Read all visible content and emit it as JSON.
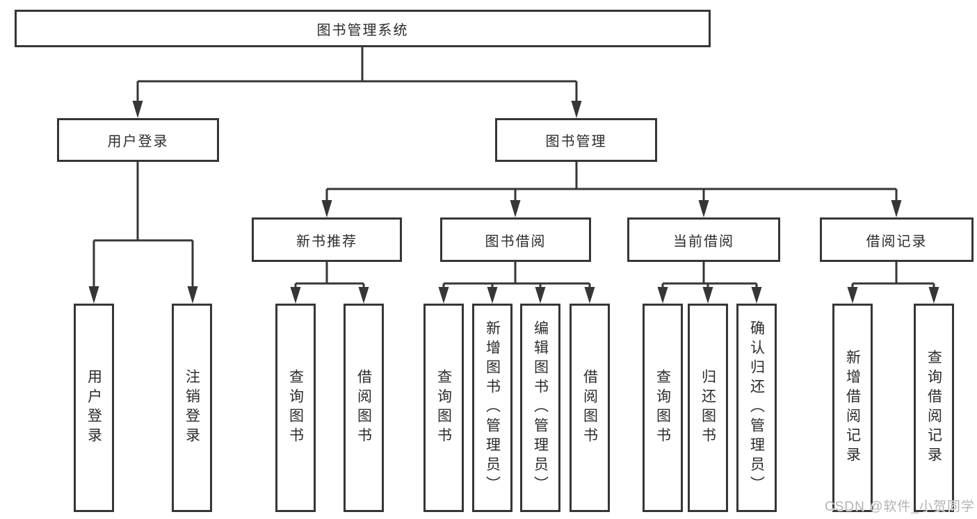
{
  "diagram": {
    "root": {
      "label": "图书管理系统"
    },
    "level2": [
      {
        "label": "用户登录"
      },
      {
        "label": "图书管理"
      }
    ],
    "level3": [
      {
        "label": "新书推荐",
        "parent": "图书管理"
      },
      {
        "label": "图书借阅",
        "parent": "图书管理"
      },
      {
        "label": "当前借阅",
        "parent": "图书管理"
      },
      {
        "label": "借阅记录",
        "parent": "图书管理"
      }
    ],
    "leaves": [
      {
        "label": "用户登录",
        "parent": "用户登录"
      },
      {
        "label": "注销登录",
        "parent": "用户登录"
      },
      {
        "label": "查询图书",
        "parent": "新书推荐"
      },
      {
        "label": "借阅图书",
        "parent": "新书推荐"
      },
      {
        "label": "查询图书",
        "parent": "图书借阅"
      },
      {
        "label": "新增图书（管理员）",
        "parent": "图书借阅"
      },
      {
        "label": "编辑图书（管理员）",
        "parent": "图书借阅"
      },
      {
        "label": "借阅图书",
        "parent": "图书借阅"
      },
      {
        "label": "查询图书",
        "parent": "当前借阅"
      },
      {
        "label": "归还图书",
        "parent": "当前借阅"
      },
      {
        "label": "确认归还（管理员）",
        "parent": "当前借阅"
      },
      {
        "label": "新增借阅记录",
        "parent": "借阅记录"
      },
      {
        "label": "查询借阅记录",
        "parent": "借阅记录"
      }
    ],
    "watermark": "CSDN @软件_小贺同学",
    "colors": {
      "line": "#363636",
      "text": "#2b2b2b",
      "background": "#ffffff",
      "watermark": "#b3b3b3"
    }
  }
}
